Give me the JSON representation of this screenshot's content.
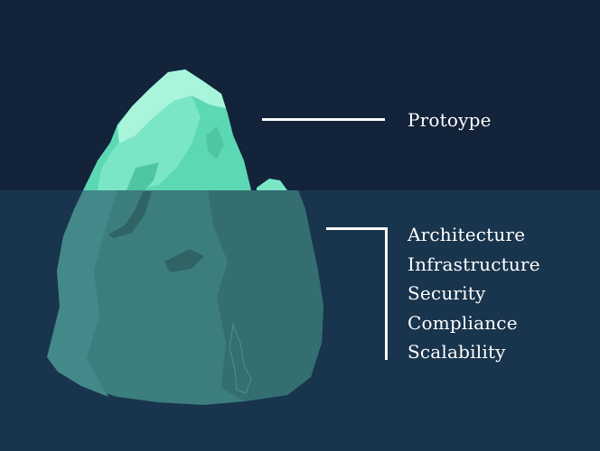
{
  "colors": {
    "sky": "#12233a",
    "sea": "#19344d",
    "ice_light": "#9df2d6",
    "ice_mid": "#5cd8b4",
    "ice_underwater": "#3c7d7e",
    "text": "#ffffff"
  },
  "visible_layer": {
    "label": "Protoype"
  },
  "hidden_layer": {
    "items": [
      "Architecture",
      "Infrastructure",
      "Security",
      "Compliance",
      "Scalability"
    ]
  }
}
